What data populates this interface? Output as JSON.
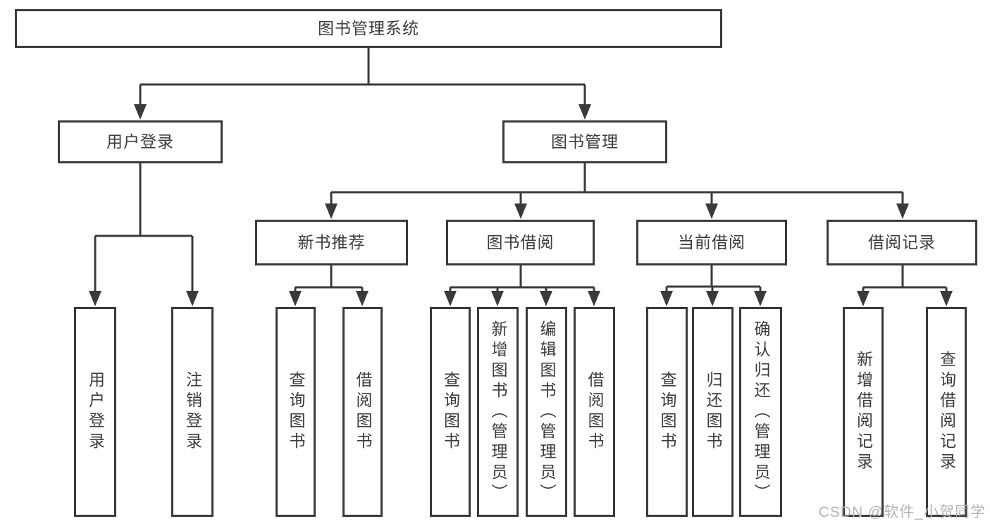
{
  "diagram_type": "hierarchy-tree",
  "tree": {
    "label": "图书管理系统",
    "children": [
      {
        "label": "用户登录",
        "children": [
          {
            "label": "用户登录"
          },
          {
            "label": "注销登录"
          }
        ]
      },
      {
        "label": "图书管理",
        "children": [
          {
            "label": "新书推荐",
            "children": [
              {
                "label": "查询图书"
              },
              {
                "label": "借阅图书"
              }
            ]
          },
          {
            "label": "图书借阅",
            "children": [
              {
                "label": "查询图书"
              },
              {
                "label": "新增图书（管理员）"
              },
              {
                "label": "编辑图书（管理员）"
              },
              {
                "label": "借阅图书"
              }
            ]
          },
          {
            "label": "当前借阅",
            "children": [
              {
                "label": "查询图书"
              },
              {
                "label": "归还图书"
              },
              {
                "label": "确认归还（管理员）"
              }
            ]
          },
          {
            "label": "借阅记录",
            "children": [
              {
                "label": "新增借阅记录"
              },
              {
                "label": "查询借阅记录"
              }
            ]
          }
        ]
      }
    ]
  },
  "watermark": {
    "text": "CSDN @软件_小贺同学",
    "color": "#b5b5b5"
  },
  "colors": {
    "line": "#3a3a3a",
    "box_border": "#3a3a3a",
    "text": "#3c3c3c",
    "background": "#ffffff"
  }
}
